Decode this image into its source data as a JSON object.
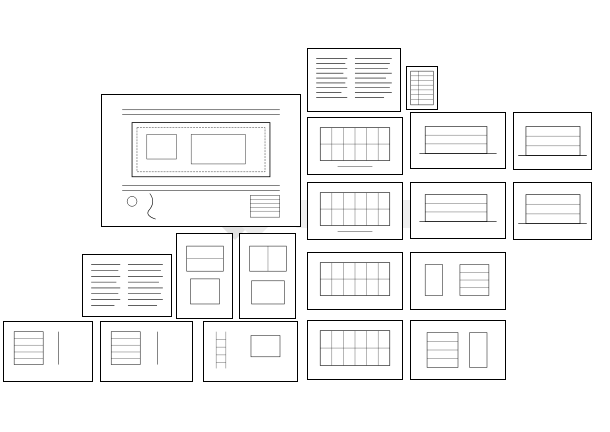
{
  "watermark": {
    "logo_name": "watermark-logo"
  },
  "colors": {
    "ink": "#000000",
    "paper": "#ffffff",
    "watermark": "#d9d9d9"
  },
  "sheets": [
    {
      "id": "site-plan",
      "kind": "site-plan"
    },
    {
      "id": "design-notes-top",
      "kind": "text-sheet"
    },
    {
      "id": "drawing-index",
      "kind": "table-sheet"
    },
    {
      "id": "floor-plan-1",
      "kind": "floor-plan"
    },
    {
      "id": "elevation-a",
      "kind": "elevation"
    },
    {
      "id": "elevation-b",
      "kind": "elevation"
    },
    {
      "id": "floor-plan-2",
      "kind": "floor-plan"
    },
    {
      "id": "elevation-c",
      "kind": "elevation"
    },
    {
      "id": "elevation-d",
      "kind": "elevation"
    },
    {
      "id": "floor-plan-3",
      "kind": "floor-plan"
    },
    {
      "id": "section-a",
      "kind": "section"
    },
    {
      "id": "floor-plan-4",
      "kind": "floor-plan"
    },
    {
      "id": "section-b",
      "kind": "section"
    },
    {
      "id": "design-notes-left",
      "kind": "text-sheet"
    },
    {
      "id": "detail-plan-a",
      "kind": "detail"
    },
    {
      "id": "detail-plan-b",
      "kind": "detail"
    },
    {
      "id": "structure-elev-1",
      "kind": "structure"
    },
    {
      "id": "structure-elev-2",
      "kind": "structure"
    },
    {
      "id": "structure-elev-3",
      "kind": "structure"
    },
    {
      "id": "stair-detail",
      "kind": "detail"
    }
  ]
}
